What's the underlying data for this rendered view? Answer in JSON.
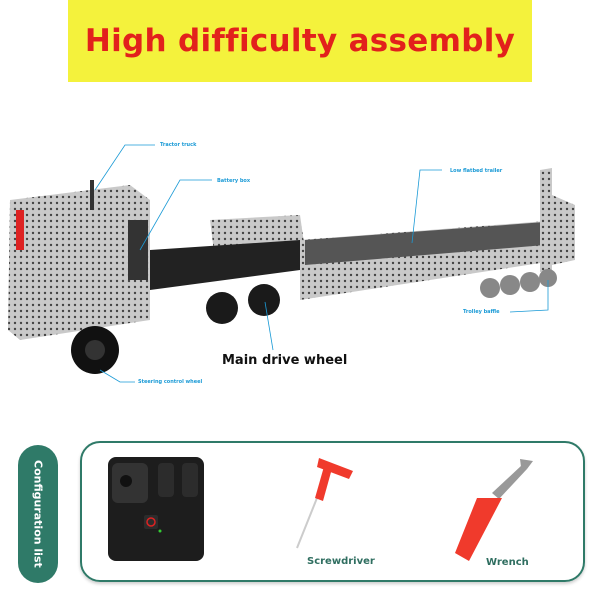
{
  "banner": {
    "title": "High difficulty assembly"
  },
  "callouts": {
    "tractor_truck": "Tractor truck",
    "battery_box": "Battery box",
    "low_flatbed_trailer": "Low flatbed trailer",
    "trolley_baffle": "Trolley baffle",
    "main_drive_wheel": "Main drive wheel",
    "steering_control_wheel": "Steering control wheel"
  },
  "configuration": {
    "label": "Configuration list",
    "items": [
      {
        "name": "Screwdriver"
      },
      {
        "name": "Wrench"
      }
    ]
  },
  "colors": {
    "banner_bg": "#f4f23c",
    "banner_text": "#e2211c",
    "accent": "#2f7a68",
    "callout": "#1a9ad6"
  }
}
